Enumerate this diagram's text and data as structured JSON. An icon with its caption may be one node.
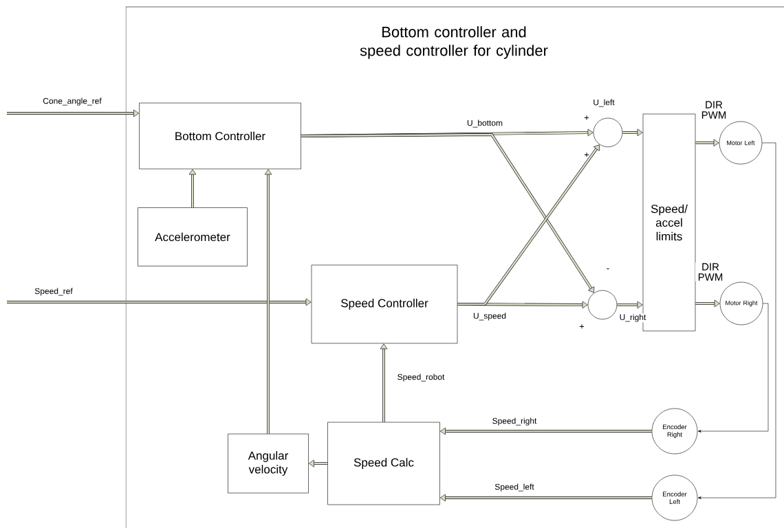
{
  "diagram": {
    "title": "Bottom controller and speed controller for cylinder",
    "nodes": [
      {
        "text": [
          "Bottom Controller"
        ]
      },
      {
        "text": [
          "Accelerometer"
        ]
      },
      {
        "text": [
          "Speed Controller"
        ]
      },
      {
        "text": [],
        "shape": "circle"
      },
      {
        "text": [],
        "shape": "circle"
      },
      {
        "text": [
          "Speed/ accel limits"
        ]
      },
      {
        "text": [
          "Motor Left"
        ]
      },
      {
        "text": [
          "Motor Right"
        ]
      },
      {
        "text": [
          "Encoder Right"
        ]
      },
      {
        "text": [
          "Encoder Left"
        ]
      },
      {
        "text": [
          "Speed Calc"
        ]
      },
      {
        "text": [
          "Angular velocity"
        ]
      }
    ],
    "edges": [
      {
        "from": null,
        "to": 0,
        "arrow": "to",
        "label": "Cone_angle_ref"
      },
      {
        "from": null,
        "to": 2,
        "arrow": "to",
        "label": "Speed_ref"
      },
      {
        "from": 1,
        "to": 0,
        "arrow": "to"
      },
      {
        "from": 11,
        "to": 0,
        "arrow": "to"
      },
      {
        "from": 0,
        "to": 3,
        "arrow": "to",
        "label": "U_bottom"
      },
      {
        "from": 0,
        "to": 4,
        "arrow": "to"
      },
      {
        "from": 2,
        "to": 4,
        "arrow": "to",
        "label": "U_speed"
      },
      {
        "from": 2,
        "to": 3,
        "arrow": "to"
      },
      {
        "from": 3,
        "to": 5,
        "arrow": "to",
        "label": "U_left"
      },
      {
        "from": 4,
        "to": 5,
        "arrow": "to",
        "label": "U_right"
      },
      {
        "from": 5,
        "to": 6,
        "arrow": "to",
        "label": "DIR PWM"
      },
      {
        "from": 5,
        "to": 7,
        "arrow": "to",
        "label": "DIR PWM"
      },
      {
        "from": 6,
        "to": 9,
        "arrow": "to",
        "color": "#000000"
      },
      {
        "from": 7,
        "to": 8,
        "arrow": "to",
        "color": "#000000"
      },
      {
        "from": 8,
        "to": 10,
        "arrow": "to",
        "label": "Speed_right"
      },
      {
        "from": 9,
        "to": 10,
        "arrow": "to",
        "label": "Speed_left"
      },
      {
        "from": 10,
        "to": 2,
        "arrow": "to",
        "label": "Speed_robot"
      },
      {
        "from": 10,
        "to": 11,
        "arrow": "to"
      }
    ],
    "labels": [
      "+",
      "+",
      "-",
      "+"
    ]
  }
}
